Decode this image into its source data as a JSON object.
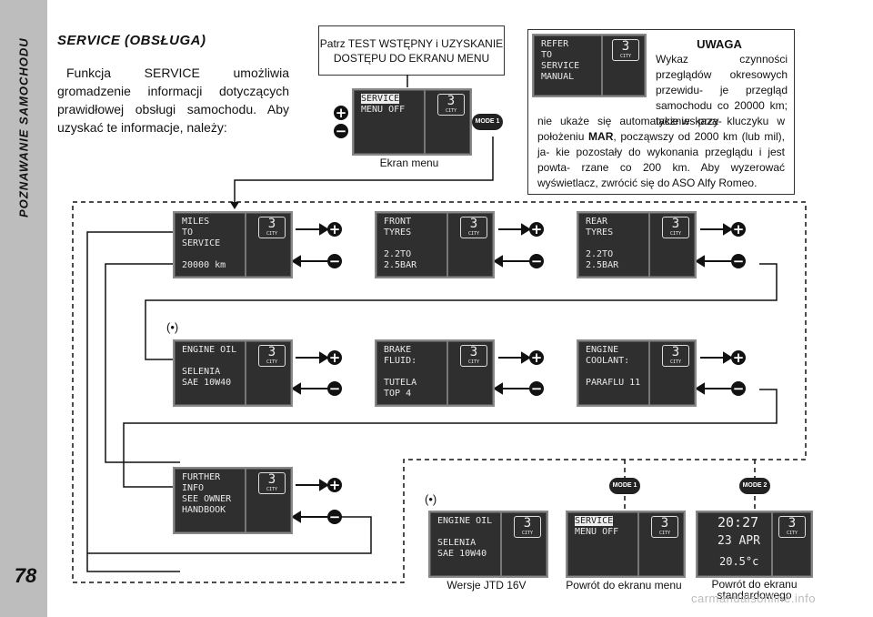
{
  "sidebar": {
    "section": "POZNAWANIE SAMOCHODU",
    "page_number": "78"
  },
  "heading": "SERVICE (OBSŁUGA)",
  "intro": "Funkcja SERVICE umożliwia gromadzenie informacji dotyczących prawidłowej obsługi samochodu. Aby uzyskać te informacje, należy:",
  "callout": "Patrz TEST WSTĘPNY i UZYSKANIE DOSTĘPU DO EKRANU MENU",
  "uwaga": {
    "title": "UWAGA",
    "body_a": "Wykaz czynności przeglądów okresowych przewidu- je przegląd samochodu co 20000 km; takie wskaza-",
    "body_b_pre": "nie ukaże się automatycznie przy kluczyku w położeniu ",
    "body_b_bold": "MAR",
    "body_b_post": ", począwszy od 2000 km (lub mil), ja- kie pozostały do wykonania przeglądu i jest powta- rzane co 200 km. Aby wyzerować wyświetlacz, zwrócić się do ASO Alfy Romeo."
  },
  "badge": {
    "number": "3",
    "caption": "CITY"
  },
  "menu_screen": {
    "line1": "SERVICE",
    "line2": "MENU OFF",
    "caption": "Ekran menu"
  },
  "refer_screen": {
    "text": "REFER\nTO\nSERVICE\nMANUAL"
  },
  "mode_buttons": {
    "mode1": "MODE 1",
    "mode2": "MODE 2"
  },
  "symbols": {
    "plus": "+",
    "minus": "−",
    "bullet": "(•)"
  },
  "screens_row1": [
    {
      "text": "MILES\nTO\nSERVICE\n\n20000 km"
    },
    {
      "text": "FRONT\nTYRES\n\n2.2TO\n2.5BAR"
    },
    {
      "text": "REAR\nTYRES\n\n2.2TO\n2.5BAR"
    }
  ],
  "screens_row2": [
    {
      "text": "ENGINE OIL\n\nSELENIA\nSAE 10W40"
    },
    {
      "text": "BRAKE\nFLUID:\n\nTUTELA\nTOP 4"
    },
    {
      "text": "ENGINE\nCOOLANT:\n\nPARAFLU 11"
    }
  ],
  "screens_row3": [
    {
      "text": "FURTHER\nINFO\nSEE OWNER\nHANDBOOK"
    }
  ],
  "jtd_screen": {
    "text": "ENGINE OIL\n\nSELENIA\nSAE 10W40",
    "caption": "Wersje JTD 16V"
  },
  "return_menu": {
    "line1": "SERVICE",
    "line2": "MENU OFF",
    "caption": "Powrót do ekranu menu"
  },
  "standard_screen": {
    "time": "20:27",
    "date": "23 APR",
    "temp": "20.5°c",
    "caption": "Powrót do ekranu standardowego"
  },
  "watermark": "carmanualsonline.info"
}
